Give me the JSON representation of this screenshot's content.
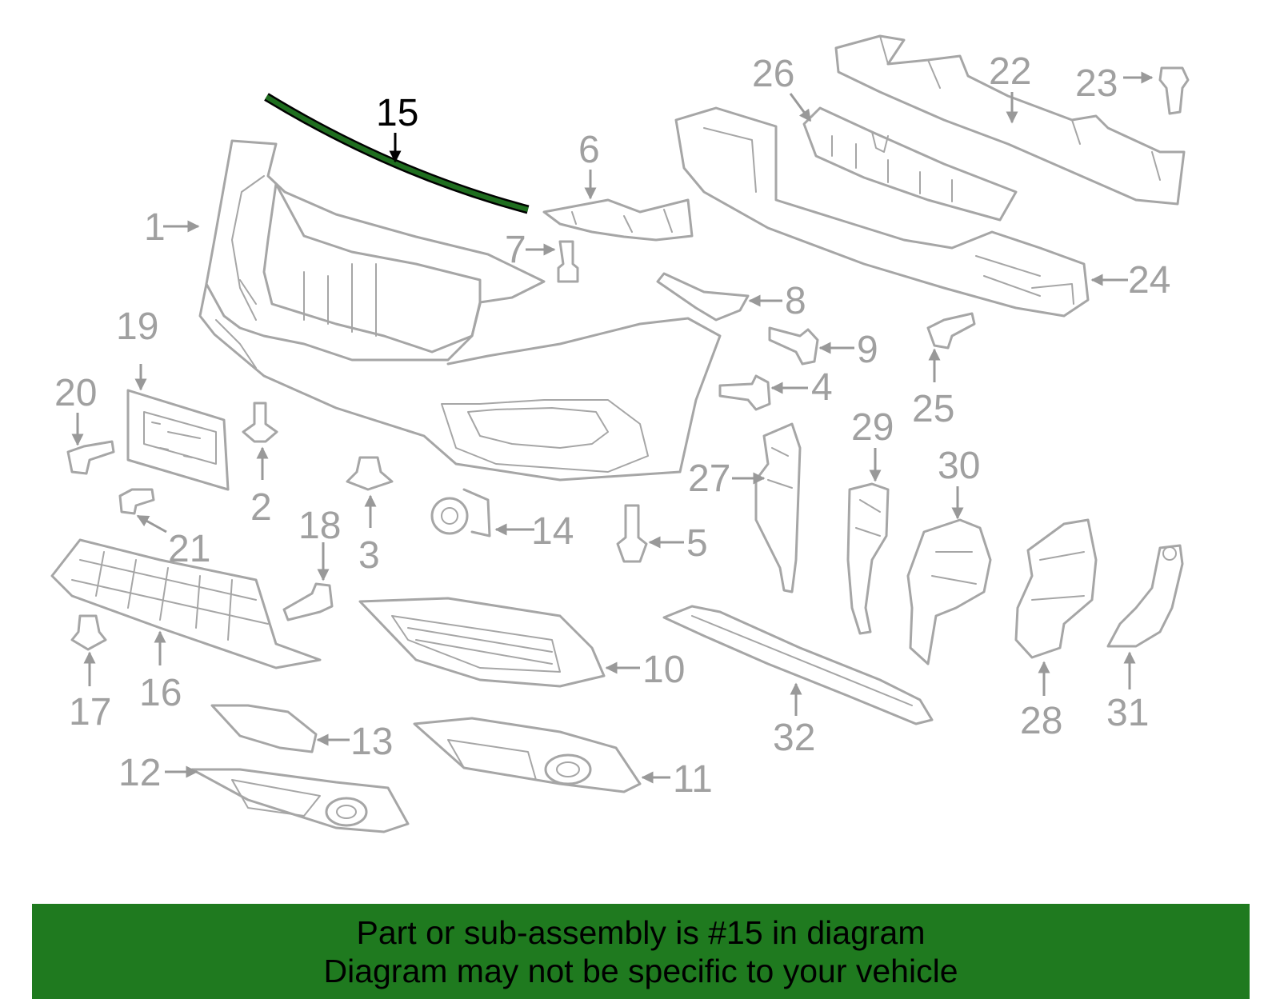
{
  "diagram": {
    "highlighted_part": "15",
    "callouts": [
      "1",
      "2",
      "3",
      "4",
      "5",
      "6",
      "7",
      "8",
      "9",
      "10",
      "11",
      "12",
      "13",
      "14",
      "15",
      "16",
      "17",
      "18",
      "19",
      "20",
      "21",
      "22",
      "23",
      "24",
      "25",
      "26",
      "27",
      "28",
      "29",
      "30",
      "31",
      "32"
    ]
  },
  "banner": {
    "line1": "Part or sub-assembly is #15 in diagram",
    "line2": "Diagram may not be specific to your vehicle"
  },
  "colors": {
    "highlight_part": "#1f6e1f",
    "banner_bg": "#1f7a1f",
    "line_gray": "#a6a6a6",
    "label_gray": "#a0a0a0"
  }
}
